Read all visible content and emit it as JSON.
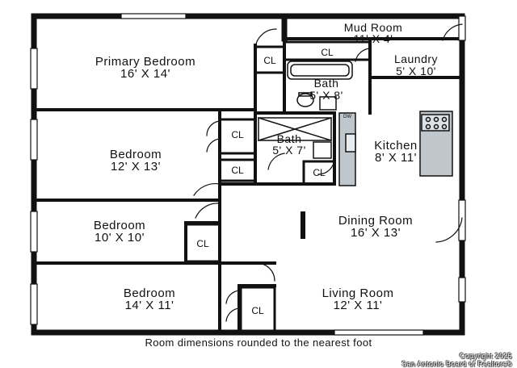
{
  "rooms": {
    "mud_room": {
      "name": "Mud Room",
      "dims": "11' X 4'"
    },
    "laundry": {
      "name": "Laundry",
      "dims": "5' X 10'"
    },
    "primary_bedroom": {
      "name": "Primary Bedroom",
      "dims": "16' X 14'"
    },
    "bath_1": {
      "name": "Bath",
      "dims": "5' X 8'"
    },
    "bath_2": {
      "name": "Bath",
      "dims": "5' X 7'"
    },
    "kitchen": {
      "name": "Kitchen",
      "dims": "8' X 11'"
    },
    "bedroom_2": {
      "name": "Bedroom",
      "dims": "12' X 13'"
    },
    "bedroom_3": {
      "name": "Bedroom",
      "dims": "10' X 10'"
    },
    "bedroom_4": {
      "name": "Bedroom",
      "dims": "14' X 11'"
    },
    "dining_room": {
      "name": "Dining Room",
      "dims": "16' X 13'"
    },
    "living_room": {
      "name": "Living Room",
      "dims": "12' X 11'"
    }
  },
  "closets": {
    "label": "CL"
  },
  "appliance_labels": {
    "dishwasher": "DW"
  },
  "footnote": "Room dimensions rounded to the nearest foot",
  "copyright": {
    "line1": "Copyright 2025",
    "line2": "San Antonio Board of Realtors®"
  }
}
